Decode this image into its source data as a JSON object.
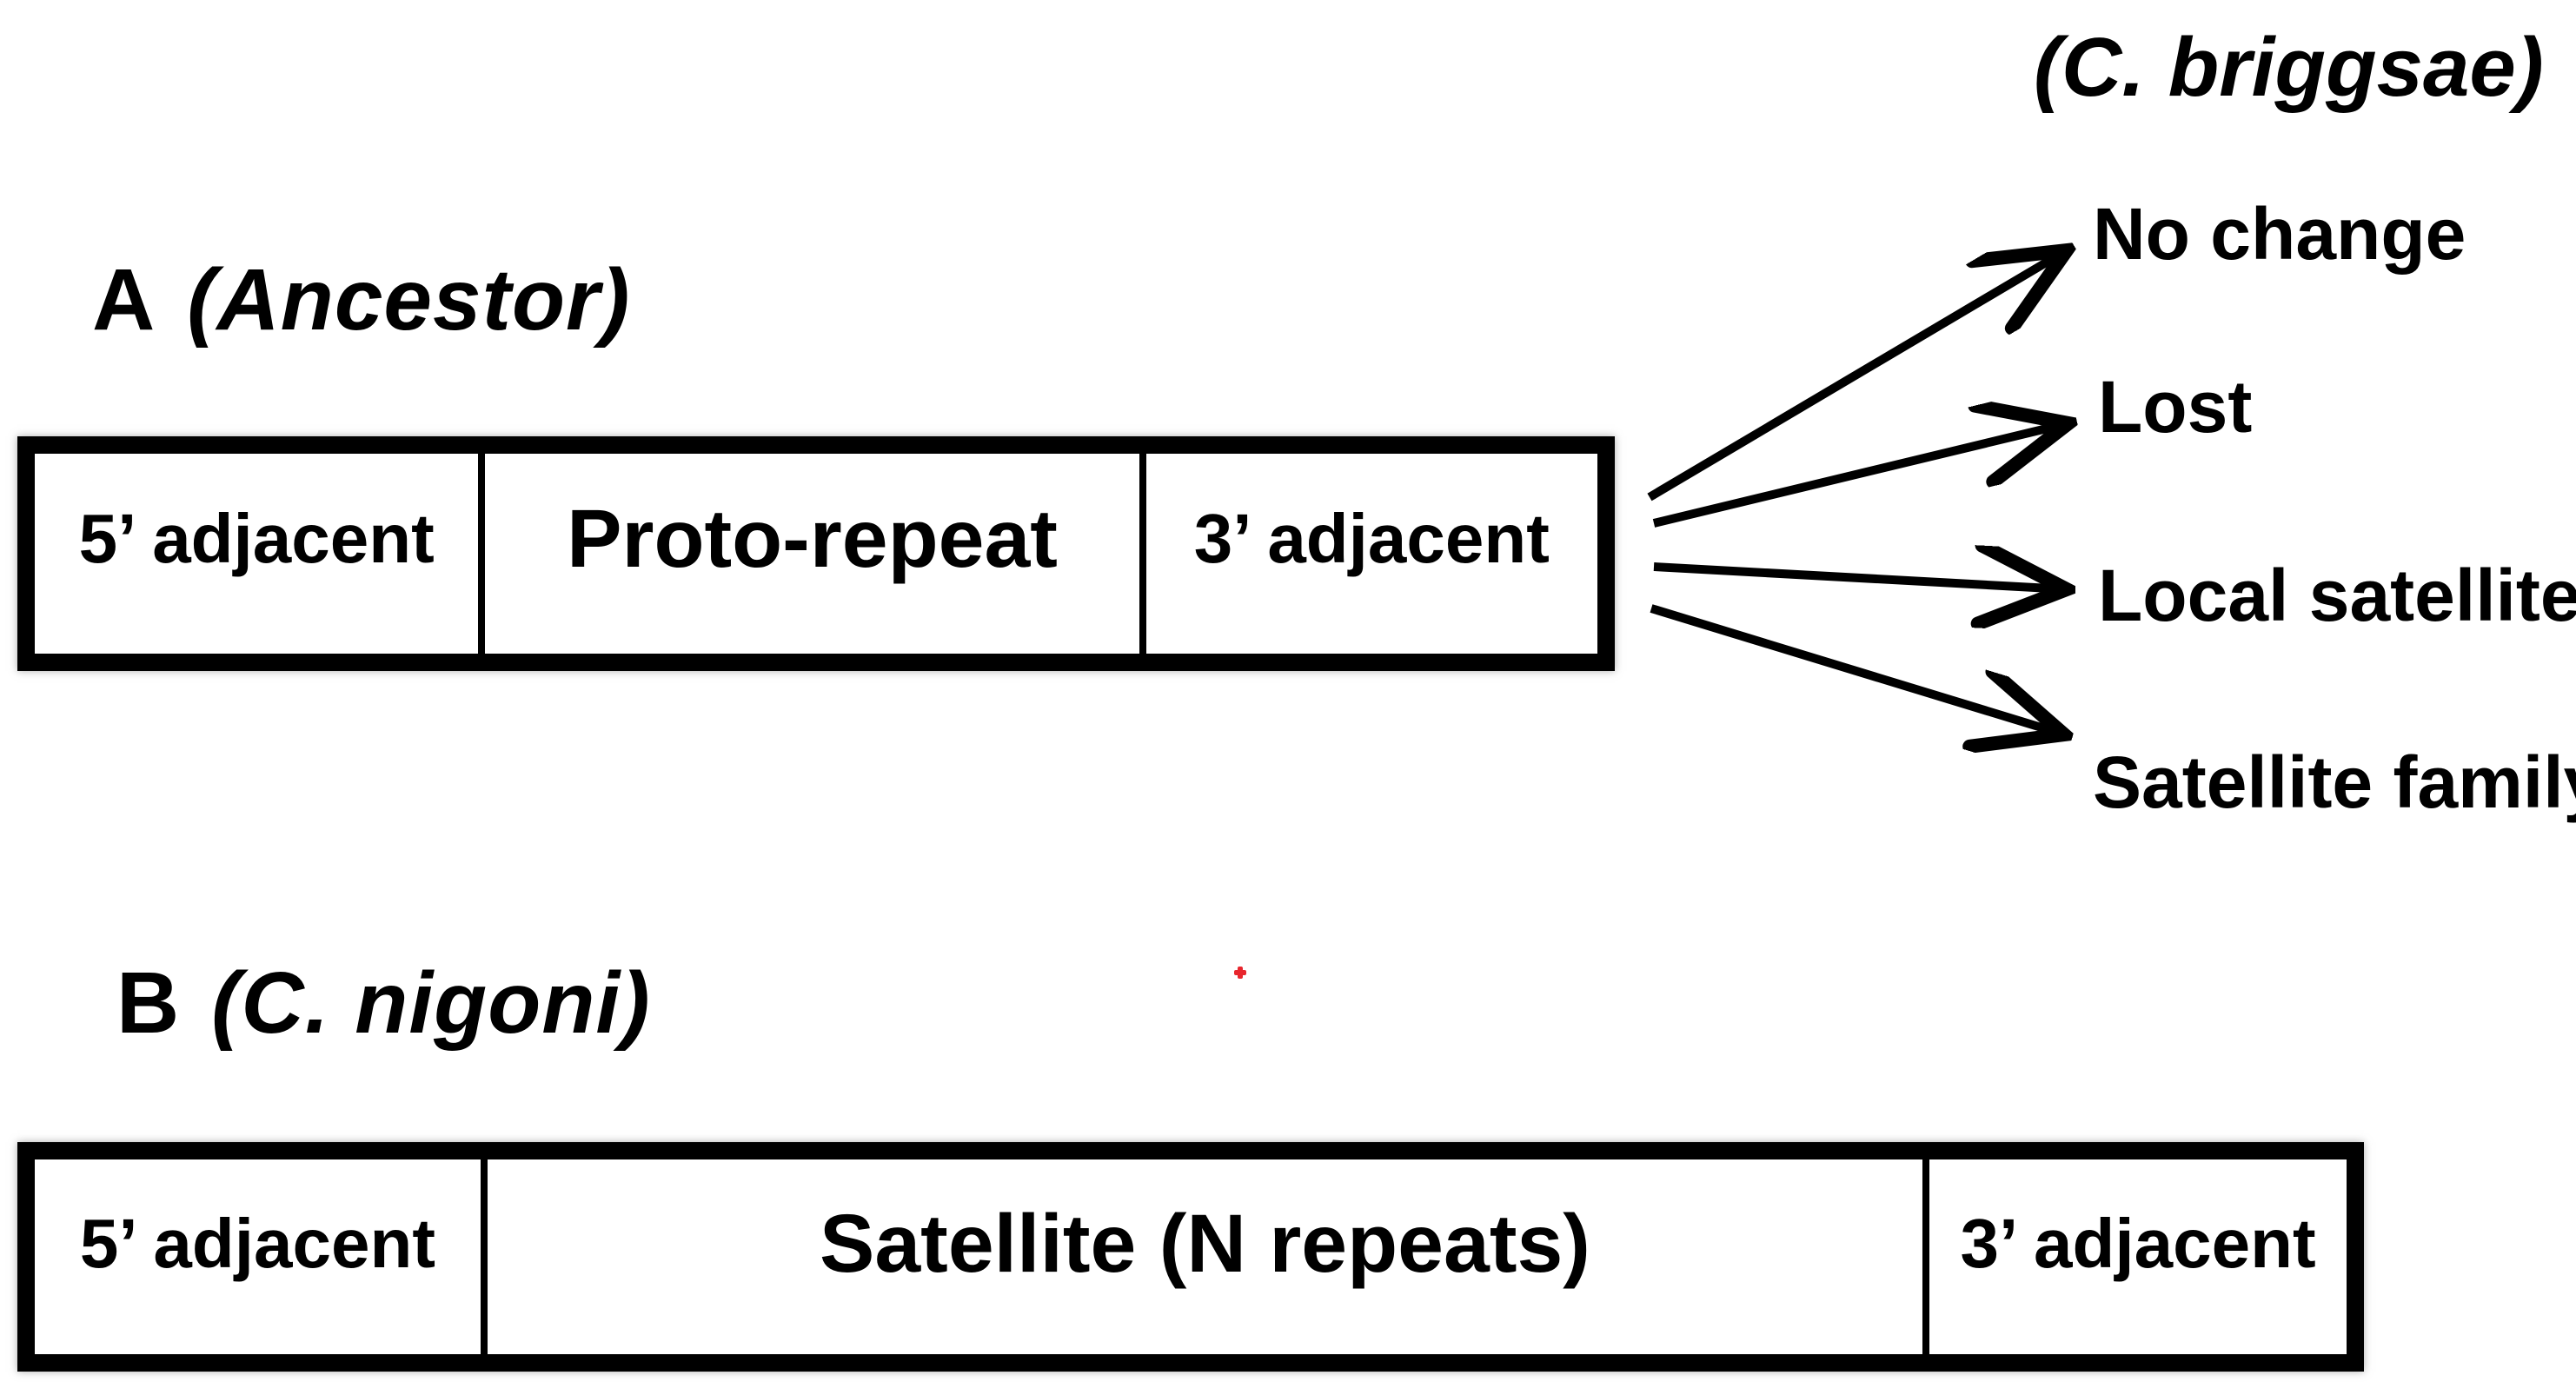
{
  "figure": {
    "background": "#ffffff",
    "ink": "#000000"
  },
  "panel_a": {
    "id_label": "A",
    "species_label": "(Ancestor)",
    "cells": [
      {
        "text": "5’ adjacent"
      },
      {
        "text": "Proto-repeat"
      },
      {
        "text": "3’ adjacent"
      }
    ]
  },
  "briggsae_header": "(C. briggsae)",
  "outcomes": [
    {
      "label": "No change"
    },
    {
      "label": "Lost"
    },
    {
      "label": "Local satellite"
    },
    {
      "label": "Satellite family"
    }
  ],
  "panel_b": {
    "id_label": "B",
    "species_label": "(C. nigoni)",
    "cells": [
      {
        "text": "5’ adjacent"
      },
      {
        "text": "Satellite (N repeats)"
      },
      {
        "text": "3’ adjacent"
      }
    ]
  },
  "colors": {
    "ink": "#000000",
    "background": "#ffffff",
    "stray_mark": "#e8262d"
  }
}
